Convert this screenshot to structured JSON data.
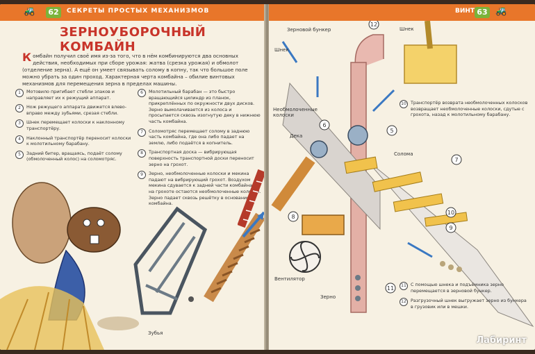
{
  "left": {
    "page_number": "62",
    "series_title": "СЕКРЕТЫ ПРОСТЫХ МЕХАНИЗМОВ",
    "headline": "ЗЕРНОУБОРОЧНЫЙ КОМБАЙН",
    "intro_first_letter": "К",
    "intro_rest": "омбайн получил своё имя из-за того, что в нём комбинируются два основных действия, необходимых при сборе урожая: жатва (срезка урожая) и обмолот (отделение зерна). А ещё он умеет связывать солому в копну, так что большое поле можно убрать за один проход. Характерная черта комбайна – обилие винтовых механизмов для перемещения зерна в пределах машины.",
    "steps_col1": [
      {
        "n": "1",
        "text": "Мотовило пригибает стебли злаков и направляет их к режущий аппарат."
      },
      {
        "n": "2",
        "text": "Нож режущего аппарата движется влево-вправо между зубьями, срезая стебли."
      },
      {
        "n": "3",
        "text": "Шнек перемещает колоски к наклонному транспортёру."
      },
      {
        "n": "4",
        "text": "Наклонный транспортёр переносит колоски к молотильному барабану."
      },
      {
        "n": "5",
        "text": "Задний битер, вращаясь, подаёт солому (обмолоченный колос) на соломотряс."
      }
    ],
    "steps_col2": [
      {
        "n": "6",
        "text": "Молотильный барабан — это быстро вращающийся цилиндр из планок, прикреплённых по окружности двух дисков. Зерно вымолачивается из колоса и просыпается сквозь изогнутую деку в нижнюю часть комбайна."
      },
      {
        "n": "7",
        "text": "Соломотряс перемещает солому в заднюю часть комбайна, где она либо падает на землю, либо подаётся в копнитель."
      },
      {
        "n": "8",
        "text": "Транспортная доска — вибрирующая поверхность транспортной доски переносит зерно на грохот."
      },
      {
        "n": "9",
        "text": "Зерно, необмолоченные колоски и мекина падают на вибрирующий грохот. Воздухом мекина сдувается к задней части комбайна, а на грохоте остаются необмолоченные колоски. Зерно падает сквозь решётку в основание комбайна."
      }
    ],
    "label_teeth": "Зубья"
  },
  "right": {
    "page_number": "63",
    "section_tag": "ВИНТЫ",
    "labels": {
      "bunker": "Зерновой бункер",
      "auger": "Шнек",
      "auger2": "Шнек",
      "unthreshed": "Необмолоченные колоски",
      "deck": "Дека",
      "straw": "Солома",
      "fan": "Вентилятор",
      "grain": "Зерно"
    },
    "notes": [
      {
        "n": "10",
        "text": "Транспортёр возврата необмолоченных колосков возвращает необмолоченные колоски, сдутые с грохота, назад к молотильному барабану."
      },
      {
        "n": "11",
        "text": "С помощью шнека и подъёмника зерно перемещается в зерновой бункер."
      },
      {
        "n": "12",
        "text": "Разгрузочный шнек выгружает зерно из бункера в грузовик или в мешки."
      }
    ]
  },
  "watermark": "Лабиринт"
}
